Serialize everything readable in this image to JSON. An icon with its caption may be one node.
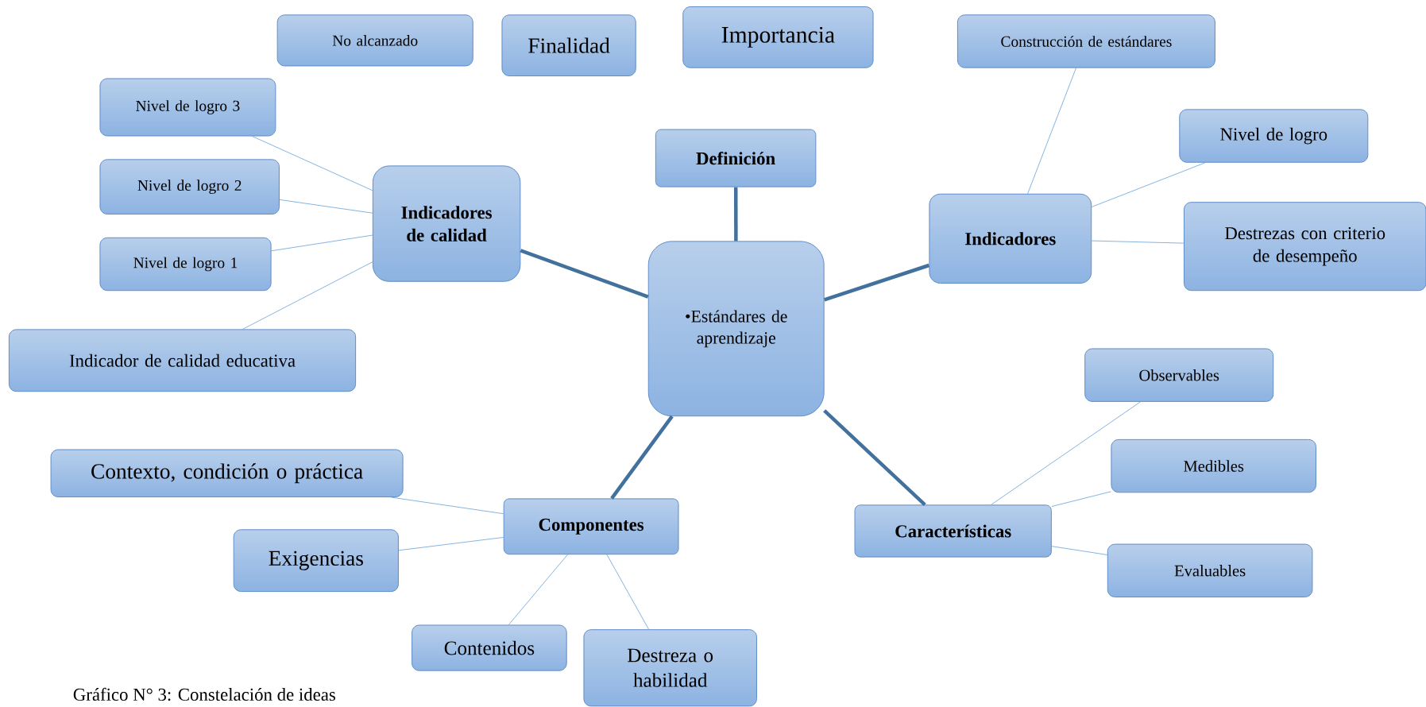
{
  "diagram": {
    "caption": "Gráfico N° 3: Constelación de ideas",
    "nodes": [
      {
        "text": [
          "•Estándares de aprendizaje"
        ]
      },
      {
        "text": [
          "Definición"
        ]
      },
      {
        "text": [
          "Indicadores de calidad"
        ]
      },
      {
        "text": [
          "Indicadores"
        ]
      },
      {
        "text": [
          "Características"
        ]
      },
      {
        "text": [
          "Componentes"
        ]
      },
      {
        "text": [
          "Nivel de logro 3"
        ]
      },
      {
        "text": [
          "Nivel de logro 2"
        ]
      },
      {
        "text": [
          "Nivel de logro 1"
        ]
      },
      {
        "text": [
          "Indicador de calidad educativa"
        ]
      },
      {
        "text": [
          "No alcanzado"
        ]
      },
      {
        "text": [
          "Finalidad"
        ]
      },
      {
        "text": [
          "Importancia"
        ]
      },
      {
        "text": [
          "Construcción de estándares"
        ]
      },
      {
        "text": [
          "Nivel de logro"
        ]
      },
      {
        "text": [
          "Destrezas con criterio de desempeño"
        ]
      },
      {
        "text": [
          "Observables"
        ]
      },
      {
        "text": [
          "Medibles"
        ]
      },
      {
        "text": [
          "Evaluables"
        ]
      },
      {
        "text": [
          "Contexto, condición o práctica"
        ]
      },
      {
        "text": [
          "Exigencias"
        ]
      },
      {
        "text": [
          "Contenidos"
        ]
      },
      {
        "text": [
          "Destreza o habilidad"
        ]
      }
    ],
    "edges": [
      {
        "from": 0,
        "to": 1,
        "arrow": "none",
        "style": "thick",
        "color": "#41719c"
      },
      {
        "from": 0,
        "to": 2,
        "arrow": "none",
        "style": "thick",
        "color": "#41719c"
      },
      {
        "from": 0,
        "to": 3,
        "arrow": "none",
        "style": "thick",
        "color": "#41719c"
      },
      {
        "from": 0,
        "to": 4,
        "arrow": "none",
        "style": "thick",
        "color": "#41719c"
      },
      {
        "from": 0,
        "to": 5,
        "arrow": "none",
        "style": "thick",
        "color": "#41719c"
      },
      {
        "from": 2,
        "to": 6,
        "arrow": "none"
      },
      {
        "from": 2,
        "to": 7,
        "arrow": "none"
      },
      {
        "from": 2,
        "to": 8,
        "arrow": "none"
      },
      {
        "from": 2,
        "to": 9,
        "arrow": "none"
      },
      {
        "from": 3,
        "to": 13,
        "arrow": "none"
      },
      {
        "from": 3,
        "to": 14,
        "arrow": "none"
      },
      {
        "from": 3,
        "to": 15,
        "arrow": "none"
      },
      {
        "from": 4,
        "to": 16,
        "arrow": "none"
      },
      {
        "from": 4,
        "to": 17,
        "arrow": "none"
      },
      {
        "from": 4,
        "to": 18,
        "arrow": "none"
      },
      {
        "from": 5,
        "to": 19,
        "arrow": "none"
      },
      {
        "from": 5,
        "to": 20,
        "arrow": "none"
      },
      {
        "from": 5,
        "to": 21,
        "arrow": "none"
      },
      {
        "from": 5,
        "to": 22,
        "arrow": "none"
      }
    ]
  }
}
